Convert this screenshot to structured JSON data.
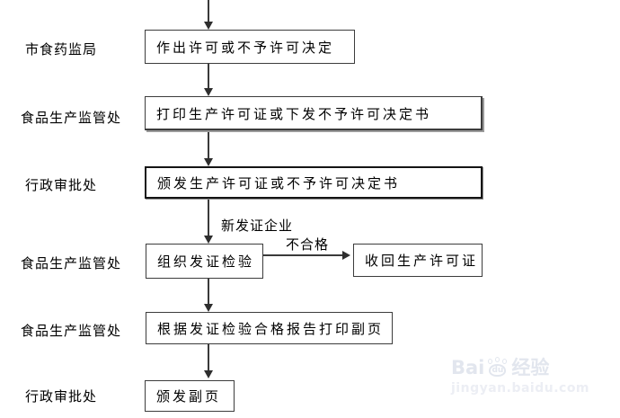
{
  "lanes": [
    {
      "label": "市食药监局"
    },
    {
      "label": "食品生产监管处"
    },
    {
      "label": "行政审批处"
    },
    {
      "label": "食品生产监管处"
    },
    {
      "label": "食品生产监管处"
    },
    {
      "label": "行政审批处"
    }
  ],
  "nodes": [
    {
      "id": "make-decision",
      "label": "作出许可或不予许可决定"
    },
    {
      "id": "print-license",
      "label": "打印生产许可证或下发不予许可决定书"
    },
    {
      "id": "issue-license",
      "label": "颁发生产许可证或不予许可决定书"
    },
    {
      "id": "organize-inspection",
      "label": "组织发证检验"
    },
    {
      "id": "revoke-license",
      "label": "收回生产许可证"
    },
    {
      "id": "print-annex",
      "label": "根据发证检验合格报告打印副页"
    },
    {
      "id": "issue-annex",
      "label": "颁发副页"
    }
  ],
  "edge_labels": {
    "new_certified_enterprise": "新发证企业",
    "unqualified": "不合格"
  },
  "watermark": {
    "brand_prefix": "Bai",
    "brand_paw_text": "du",
    "brand_cn": "经验",
    "url": "jingyan.baidu.com"
  },
  "colors": {
    "background": "#ffffff",
    "line": "#3a3a3a",
    "text": "#000000",
    "watermark": "#e2e6ee"
  }
}
